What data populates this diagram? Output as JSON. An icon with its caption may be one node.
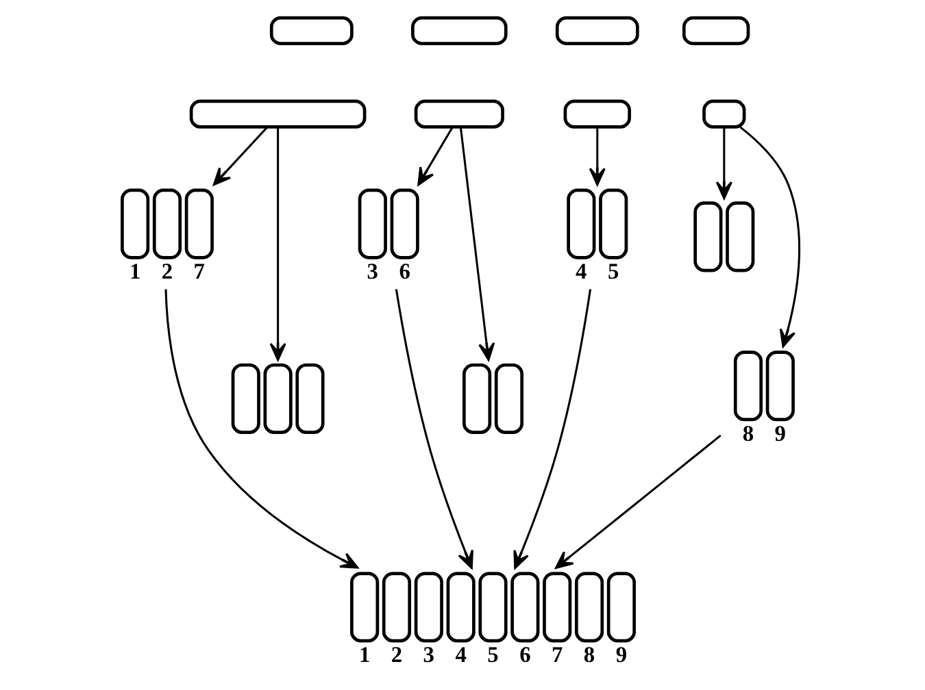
{
  "diagram": {
    "nodes": [
      {
        "text": [],
        "shape": "box"
      },
      {
        "text": [],
        "shape": "box"
      },
      {
        "text": [],
        "shape": "box"
      },
      {
        "text": [],
        "shape": "box"
      },
      {
        "text": [],
        "shape": "box"
      },
      {
        "text": [],
        "shape": "box"
      },
      {
        "text": [],
        "shape": "box"
      },
      {
        "text": [],
        "shape": "box"
      },
      {
        "text": [],
        "shape": "picture",
        "beside": [
          "1",
          "2",
          "7"
        ]
      },
      {
        "text": [],
        "shape": "picture",
        "beside": [
          "3",
          "6"
        ]
      },
      {
        "text": [],
        "shape": "picture",
        "beside": [
          "4",
          "5"
        ]
      },
      {
        "text": [],
        "shape": "picture"
      },
      {
        "text": [],
        "shape": "picture"
      },
      {
        "text": [],
        "shape": "picture"
      },
      {
        "text": [],
        "shape": "picture",
        "beside": [
          "8",
          "9"
        ]
      },
      {
        "text": [],
        "shape": "picture",
        "beside": [
          "1",
          "2",
          "3",
          "4",
          "5",
          "6",
          "7",
          "8",
          "9"
        ]
      }
    ],
    "edges": [
      {
        "from": 4,
        "to": 8,
        "arrow": "to"
      },
      {
        "from": 4,
        "to": 11,
        "arrow": "to"
      },
      {
        "from": 5,
        "to": 9,
        "arrow": "to"
      },
      {
        "from": 5,
        "to": 12,
        "arrow": "to"
      },
      {
        "from": 6,
        "to": 10,
        "arrow": "to"
      },
      {
        "from": 7,
        "to": 14,
        "arrow": "to"
      },
      {
        "from": 7,
        "to": 13,
        "arrow": "to"
      },
      {
        "from": 8,
        "to": 15,
        "arrow": "to"
      },
      {
        "from": 9,
        "to": 15,
        "arrow": "to"
      },
      {
        "from": 10,
        "to": 15,
        "arrow": "to"
      },
      {
        "from": 14,
        "to": 15,
        "arrow": "to"
      }
    ]
  }
}
